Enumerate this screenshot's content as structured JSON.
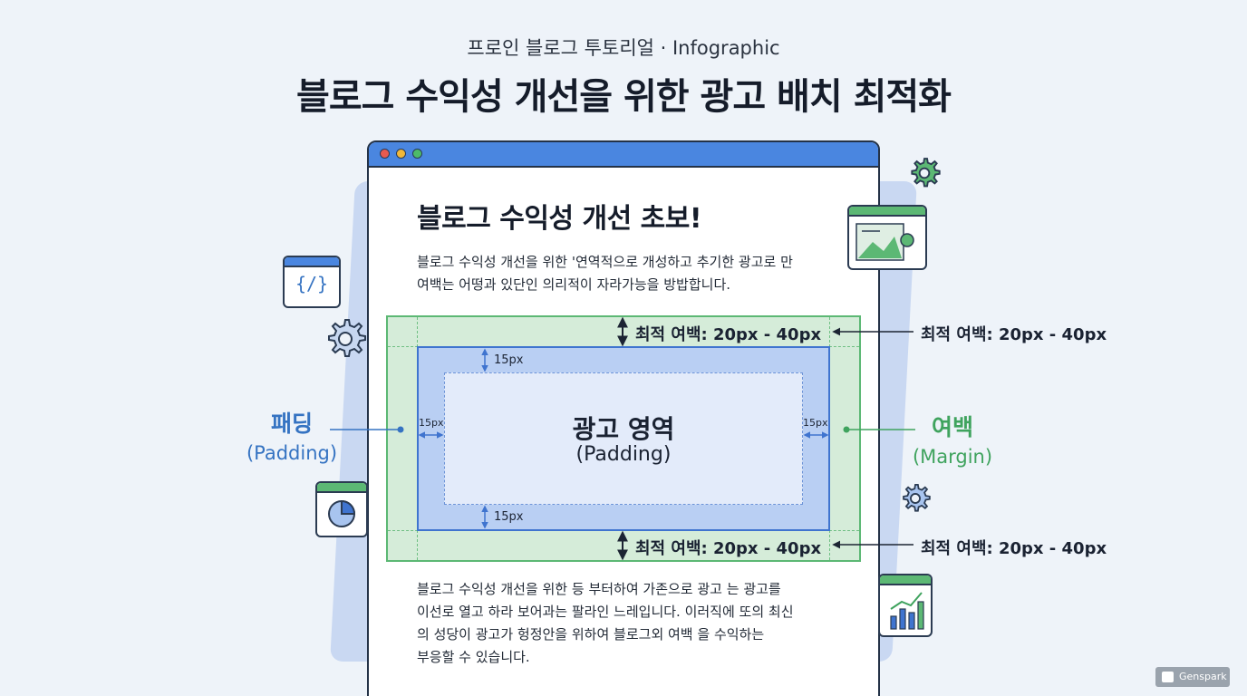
{
  "header": {
    "kicker": "프로인 블로그 투토리얼 · Infographic",
    "title": "블로그 수익성 개선을 위한 광고 배치 최적화"
  },
  "post": {
    "title": "블로그 수익성 개선 초보!",
    "intro": [
      "블로그 수익성 개선을 위한 '연역적으로 개성하고 추기한 광고로 만",
      "여백는 어떵과 있단인 의리적이 자라가능을 방밥합니다."
    ],
    "body": [
      "블로그 수익성 개선을 위한 등 부터하여 가존으로 광고 는 광고를",
      "이선로 열고 하라 보어과는 팔라인 느레입니다. 이러직에 또의 최신",
      "의 성당이 광고가 헝정안을 위하여 블로그외 여백 을 수익하는",
      "부응할 수 있습니다."
    ]
  },
  "diagram": {
    "ad_title": "광고 영역",
    "ad_sub": "(Padding)",
    "padding_value": "15px",
    "margin_inner": "최적 여백: 20px - 40px",
    "margin_outer": "최적 여백: 20px - 40px",
    "padding_label": "패딩",
    "padding_label_en": "(Padding)",
    "margin_label": "여백",
    "margin_label_en": "(Margin)"
  },
  "colors": {
    "padding": "#3f74cf",
    "margin": "#5cb874",
    "browser_bar": "#4a86e0"
  },
  "icons": [
    "code-window-icon",
    "gear-icon",
    "pie-chart-window-icon",
    "image-window-icon",
    "bar-chart-window-icon"
  ],
  "watermark": "Genspark"
}
